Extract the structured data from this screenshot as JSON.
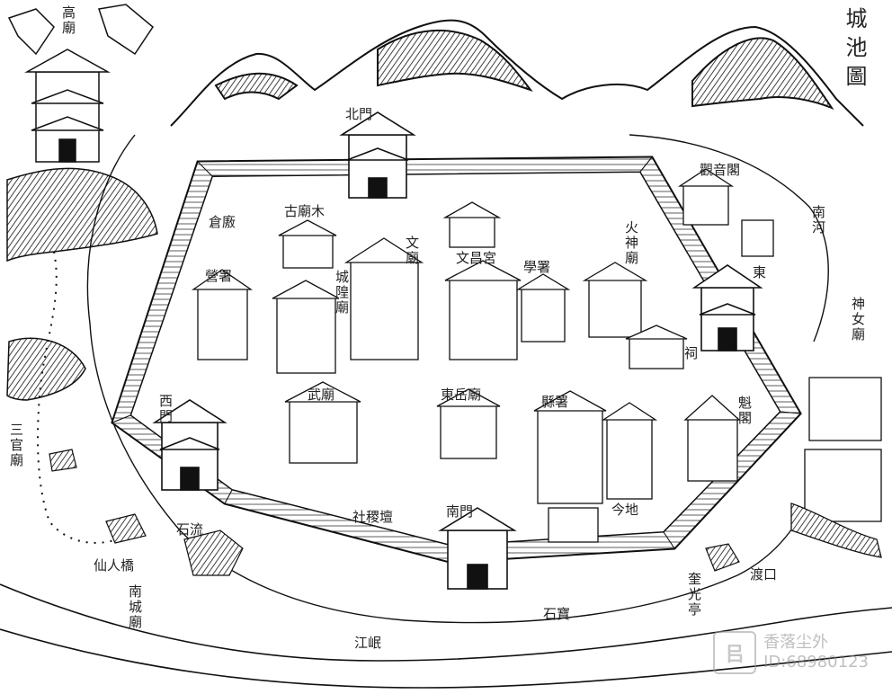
{
  "title": "城池圖",
  "labels": {
    "north_gate": "北門",
    "west_gate": "西門",
    "south_gate": "南門",
    "east_gate": "東",
    "top_left_temple": "高廟",
    "granary": "倉廒",
    "ancient_temple": "古廟木",
    "wenchang_palace": "文昌宮",
    "wen_temple": "文廟",
    "city_god_temple": "城隍廟",
    "yamen": "營署",
    "storehouse": "學署",
    "huo_temple": "火神廟",
    "east_mound": "觀音閣",
    "wu_temple": "武廟",
    "east_temple": "東岳廟",
    "county_office": "縣署",
    "shrine": "祠",
    "pagoda": "魁閣",
    "river_cross": "渡口",
    "south_temple": "南城廟",
    "stone_flow": "石流",
    "hermit_pavilion": "仙人橋",
    "stone_bridge": "石寶",
    "river": "江岷",
    "east_river": "南河",
    "shen_nv": "神女廟",
    "west_bank": "三官廟",
    "ferry": "奎光亭",
    "altar": "社稷壇",
    "field_lbl": "今地"
  },
  "watermark": {
    "brand_line": "香落尘外",
    "id_line": "ID:68980123"
  }
}
